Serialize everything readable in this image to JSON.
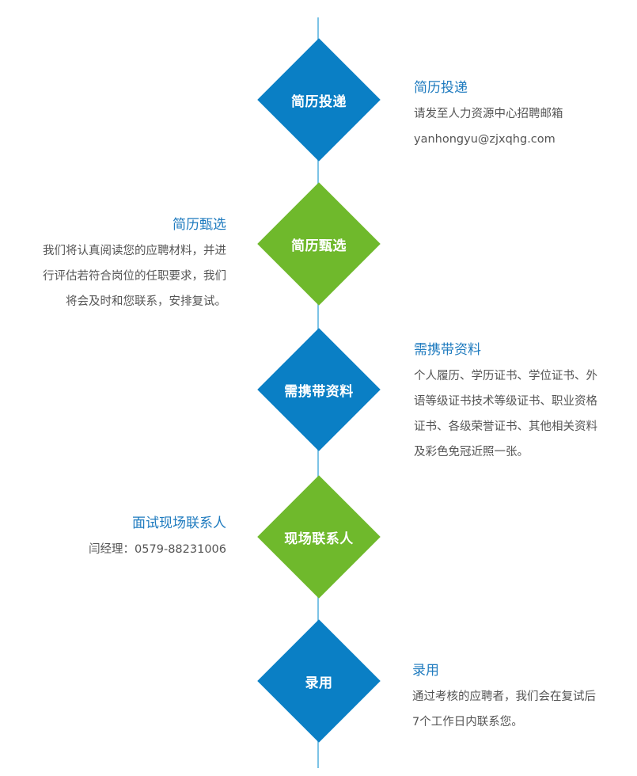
{
  "steps": [
    {
      "diamond_label": "简历投递",
      "title": "简历投递",
      "lines": [
        "请发至人力资源中心招聘邮箱",
        "yanhongyu@zjxqhg.com"
      ]
    },
    {
      "diamond_label": "简历甄选",
      "title": "简历甄选",
      "lines": [
        "我们将认真阅读您的应聘材料，并进",
        "行评估若符合岗位的任职要求，我们",
        "将会及时和您联系，安排复试。"
      ]
    },
    {
      "diamond_label": "需携带资料",
      "title": "需携带资料",
      "lines": [
        "个人履历、学历证书、学位证书、外",
        "语等级证书技术等级证书、职业资格",
        "证书、各级荣誉证书、其他相关资料",
        "及彩色免冠近照一张。"
      ]
    },
    {
      "diamond_label": "现场联系人",
      "title": "面试现场联系人",
      "lines": [
        "闫经理：0579-88231006"
      ]
    },
    {
      "diamond_label": "录用",
      "title": "录用",
      "lines": [
        "通过考核的应聘者，我们会在复试后",
        "7个工作日内联系您。"
      ]
    }
  ],
  "colors": {
    "blue": "#0a7fc5",
    "green": "#6fb92c",
    "line": "#7cc3e6",
    "title": "#1f7bbf",
    "text": "#555555"
  }
}
